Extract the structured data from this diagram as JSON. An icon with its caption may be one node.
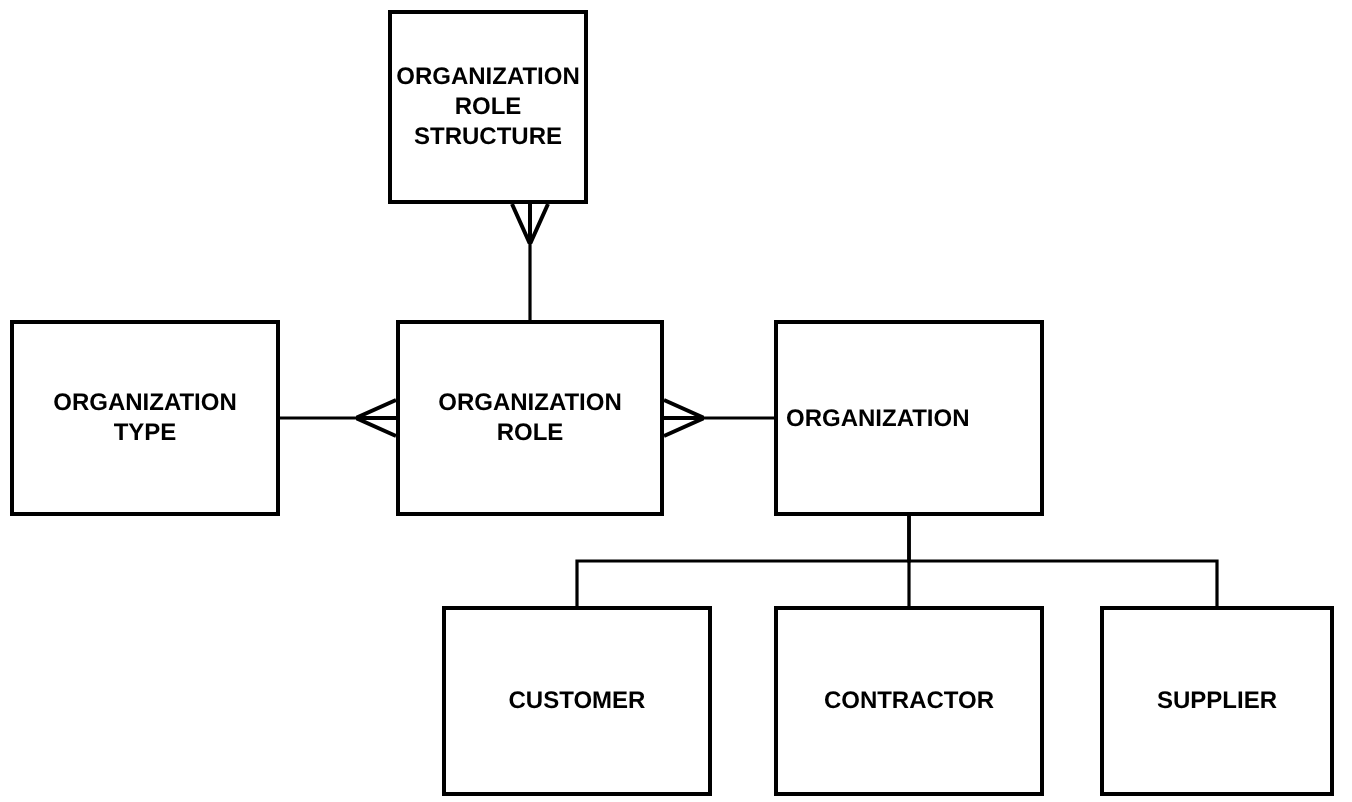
{
  "diagram": {
    "nodes": [
      {
        "text": [
          "ORGANIZATION ROLE STRUCTURE"
        ]
      },
      {
        "text": [
          "ORGANIZATION TYPE"
        ]
      },
      {
        "text": [
          "ORGANIZATION ROLE"
        ]
      },
      {
        "text": [
          "ORGANIZATION"
        ]
      },
      {
        "text": [
          "CUSTOMER"
        ]
      },
      {
        "text": [
          "CONTRACTOR"
        ]
      },
      {
        "text": [
          "SUPPLIER"
        ]
      }
    ],
    "edges": [
      {
        "from": 2,
        "to": 0,
        "arrow": "other"
      },
      {
        "from": 1,
        "to": 2,
        "arrow": "other"
      },
      {
        "from": 3,
        "to": 2,
        "arrow": "other"
      },
      {
        "from": 3,
        "to": 4,
        "arrow": "none"
      },
      {
        "from": 3,
        "to": 5,
        "arrow": "none"
      },
      {
        "from": 3,
        "to": 6,
        "arrow": "none"
      }
    ]
  }
}
